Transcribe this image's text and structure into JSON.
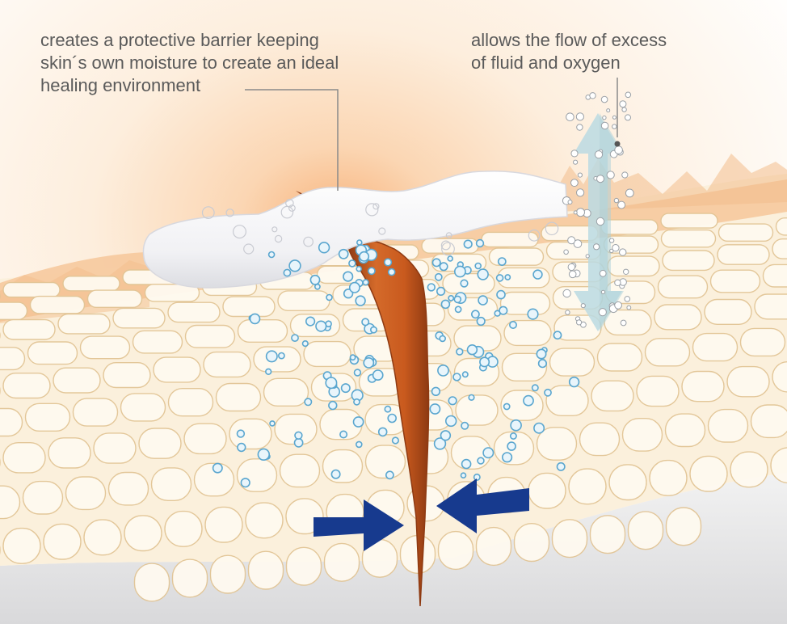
{
  "callouts": {
    "barrier": {
      "lines": [
        "creates a protective barrier keeping",
        "skin´s own moisture to create an ideal",
        "healing environment"
      ]
    },
    "flow": {
      "lines": [
        "allows the flow of excess",
        "of fluid and oxygen"
      ]
    }
  },
  "colors": {
    "skin_pale": "#fbf0dc",
    "skin_cell": "#f7e5c2",
    "skin_cell_edge": "#e2c596",
    "surface_orange": "#f6c79a",
    "wound": "#c6571e",
    "wound_edge": "#8e3a12",
    "barrier_film": "#f4f4f6",
    "droplet": "#5aa6cf",
    "flow_arrow": "#bcdbe3",
    "compression_arrow": "#173a8e",
    "leader_line": "#8a8a8a"
  },
  "icons": {
    "compression": "arrow-right-icon",
    "compression_right": "arrow-left-icon",
    "flow": "double-arrow-vertical-icon"
  }
}
